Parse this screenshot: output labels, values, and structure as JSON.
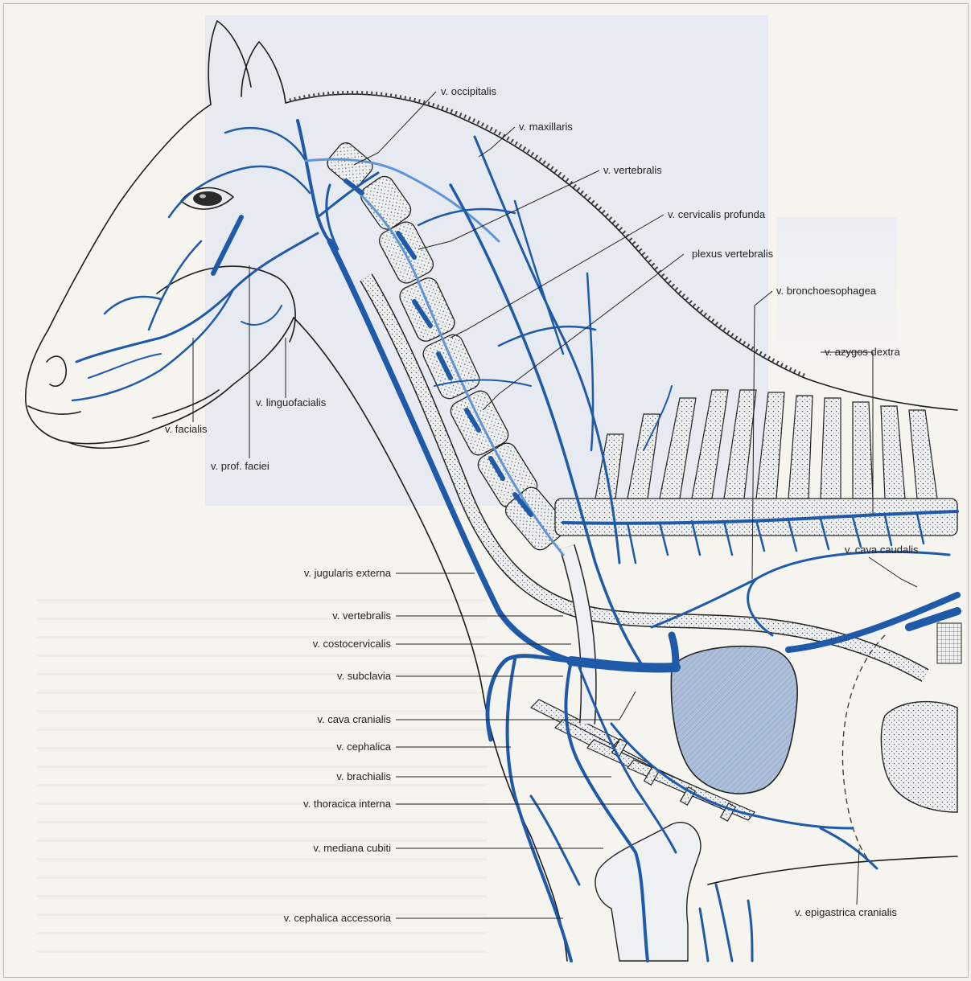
{
  "figure": {
    "colors": {
      "vein": "#1f5aa8",
      "vein_light": "#5f95d6",
      "heart": "#aebfd9",
      "outline": "#1c1c1c",
      "panel": "#e7ebf1"
    }
  },
  "labels": [
    {
      "id": "occipitalis",
      "text": "v. occipitalis"
    },
    {
      "id": "maxillaris",
      "text": "v. maxillaris"
    },
    {
      "id": "vertebralis-top",
      "text": "v. vertebralis"
    },
    {
      "id": "cervicalis-profunda",
      "text": "v. cervicalis profunda"
    },
    {
      "id": "plexus-vertebralis",
      "text": "plexus vertebralis"
    },
    {
      "id": "bronchoesophagea",
      "text": "v. bronchoesophagea"
    },
    {
      "id": "azygos-dextra",
      "text": "v. azygos dextra"
    },
    {
      "id": "linguofacialis",
      "text": "v. linguofacialis"
    },
    {
      "id": "facialis",
      "text": "v. facialis"
    },
    {
      "id": "prof-faciei",
      "text": "v. prof. faciei"
    },
    {
      "id": "jugularis-externa",
      "text": "v. jugularis externa"
    },
    {
      "id": "vertebralis",
      "text": "v. vertebralis"
    },
    {
      "id": "costocervicalis",
      "text": "v. costocervicalis"
    },
    {
      "id": "subclavia",
      "text": "v. subclavia"
    },
    {
      "id": "cava-cranialis",
      "text": "v. cava cranialis"
    },
    {
      "id": "cephalica",
      "text": "v. cephalica"
    },
    {
      "id": "brachialis",
      "text": "v. brachialis"
    },
    {
      "id": "thoracica-interna",
      "text": "v. thoracica interna"
    },
    {
      "id": "mediana-cubiti",
      "text": "v. mediana cubiti"
    },
    {
      "id": "cephalica-accessoria",
      "text": "v. cephalica accessoria"
    },
    {
      "id": "cava-caudalis",
      "text": "v. cava caudalis"
    },
    {
      "id": "epigastrica-cranialis",
      "text": "v. epigastrica cranialis"
    }
  ]
}
